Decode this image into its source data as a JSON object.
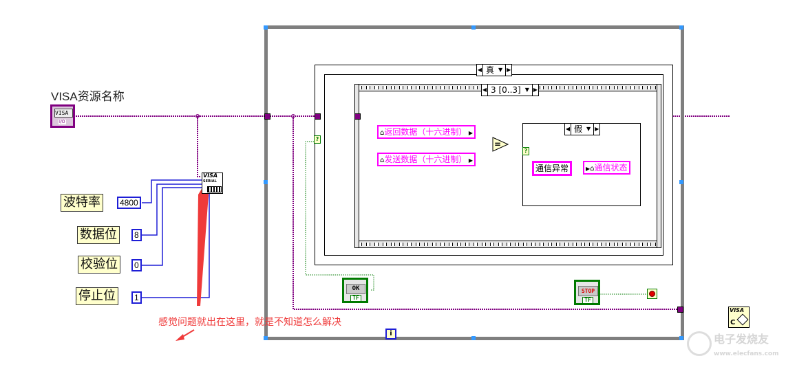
{
  "diagram": {
    "visa_resource_label": "VISA资源名称",
    "visa_resource_control": {
      "text": "VISA",
      "io_tag": "I/O"
    },
    "serial_config": {
      "node_title": "VISA",
      "node_subtitle": "SERIAL",
      "inputs": [
        {
          "label": "波特率",
          "value": "4800"
        },
        {
          "label": "数据位",
          "value": "8"
        },
        {
          "label": "校验位",
          "value": "0"
        },
        {
          "label": "停止位",
          "value": "1"
        }
      ]
    },
    "while_loop": {
      "iteration_terminal": "i"
    },
    "case_outer": {
      "selector": "真"
    },
    "sequence": {
      "selector": "3 [0..3]"
    },
    "compare": {
      "left_locals": [
        "返回数据（十六进制）",
        "发送数据（十六进制）"
      ],
      "operator": "="
    },
    "case_inner": {
      "selector": "假",
      "constant": "通信异常",
      "target_local": "通信状态"
    },
    "ok_button": {
      "label": "OK",
      "tag": "TF"
    },
    "stop_button": {
      "label": "STOP",
      "tag": "TF"
    },
    "visa_close": {
      "title": "VISA",
      "sub": "C"
    },
    "selector_terminal": "?"
  },
  "annotation": {
    "text": "感觉问题就出在这里，就是不知道怎么解决",
    "color": "#ef3a3a"
  },
  "watermark": {
    "brand": "电子发烧友",
    "url": "www.elecfans.com"
  },
  "colors": {
    "visa_wire": "#800080",
    "numeric_wire": "#1e1ed6",
    "bool_wire": "#007a00",
    "loop_frame": "#7f7f7f",
    "handle": "#3399ff"
  }
}
